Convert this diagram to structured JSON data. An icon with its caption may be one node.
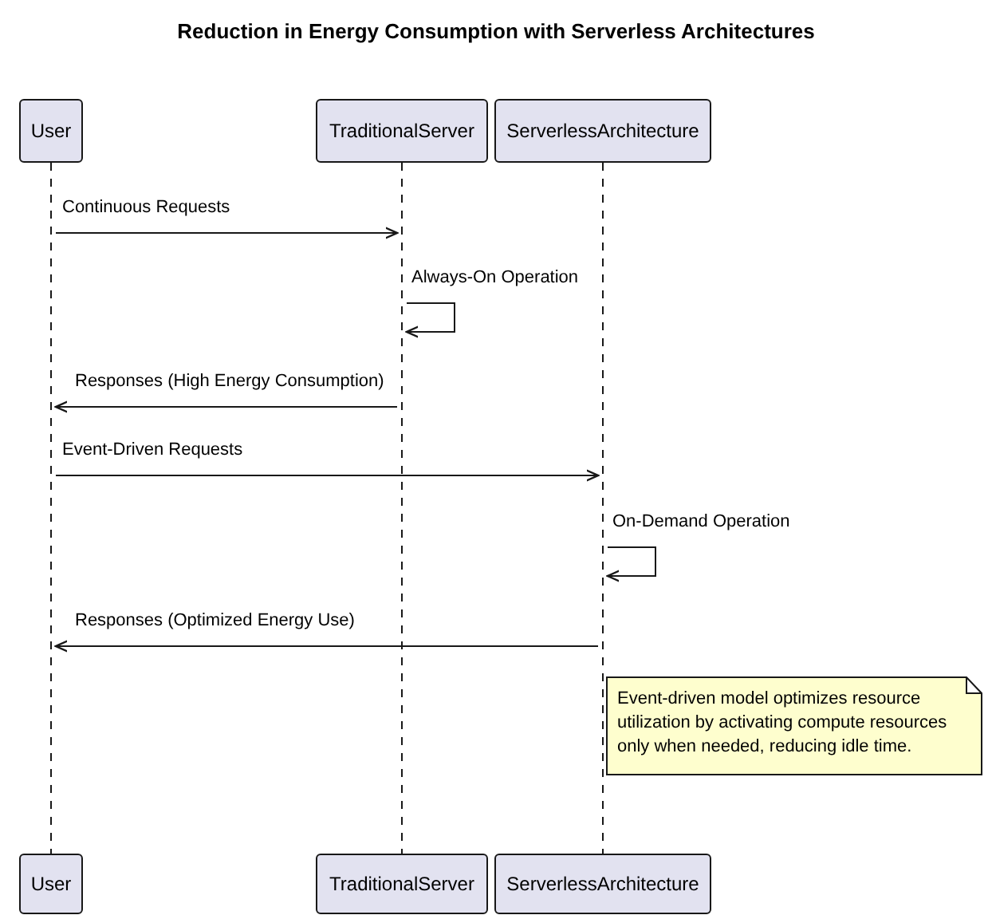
{
  "diagram": {
    "title": "Reduction in Energy Consumption with Serverless Architectures",
    "nodes": [
      {
        "text": [
          "User"
        ]
      },
      {
        "text": [
          "TraditionalServer"
        ]
      },
      {
        "text": [
          "ServerlessArchitecture"
        ]
      },
      {
        "text": [],
        "shape": "line"
      },
      {
        "text": [],
        "shape": "line"
      },
      {
        "text": [],
        "shape": "line"
      },
      {
        "text": [
          "User"
        ]
      },
      {
        "text": [
          "TraditionalServer"
        ]
      },
      {
        "text": [
          "ServerlessArchitecture"
        ]
      },
      {
        "text": [
          "Event-driven model optimizes resource utilization by activating compute resources only when needed, reducing idle time."
        ]
      }
    ],
    "edges": [
      {
        "from": 3,
        "to": 4,
        "arrow": "to",
        "label": "Continuous Requests"
      },
      {
        "from": 4,
        "to": 4,
        "arrow": "to",
        "label": "Always-On Operation"
      },
      {
        "from": 4,
        "to": 3,
        "arrow": "to",
        "label": "Responses (High Energy Consumption)"
      },
      {
        "from": 3,
        "to": 5,
        "arrow": "to",
        "label": "Event-Driven Requests"
      },
      {
        "from": 5,
        "to": 5,
        "arrow": "to",
        "label": "On-Demand Operation"
      },
      {
        "from": 5,
        "to": 3,
        "arrow": "to",
        "label": "Responses (Optimized Energy Use)"
      }
    ]
  }
}
